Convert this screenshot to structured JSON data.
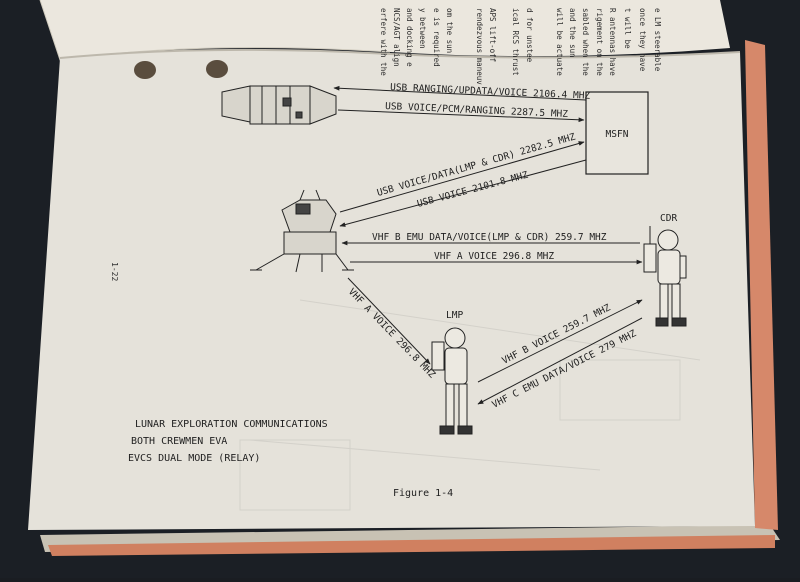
{
  "links": {
    "csm_uplink": "USB RANGING/UPDATA/VOICE 2106.4 MHZ",
    "csm_downlink": "USB VOICE/PCM/RANGING 2287.5 MHZ",
    "lm_downlink": "USB VOICE/DATA(LMP & CDR) 2282.5 MHZ",
    "lm_uplink": "USB VOICE 2101.8 MHZ",
    "cdr_to_lm": "VHF B EMU DATA/VOICE(LMP & CDR) 259.7 MHZ",
    "lm_to_cdr": "VHF A VOICE 296.8 MHZ",
    "lm_to_lmp": "VHF A VOICE 296.8 MHZ",
    "lmp_to_cdr": "VHF B VOICE 259.7 MHZ",
    "cdr_to_lmp": "VHF C EMU DATA/VOICE 279 MHZ"
  },
  "nodes": {
    "msfn": "MSFN",
    "cdr": "CDR",
    "lmp": "LMP"
  },
  "caption": {
    "line1": "LUNAR EXPLORATION COMMUNICATIONS",
    "line2": "BOTH CREWMEN EVA",
    "line3": "EVCS DUAL MODE (RELAY)"
  },
  "figure_label": "Figure 1-4",
  "page_number": "1-22",
  "top_page_fragments": [
    "e LM steerable",
    "once they have",
    "t will be",
    "R antennas have",
    "rigement on the",
    "sabled when the",
    "and the sun",
    "will be actuate",
    "d for unstee",
    "ical RCS thrust",
    "APS lift-off",
    "rendezvous maneuv",
    "om the sun",
    "e is required",
    "y between",
    "and docking e",
    "NCS/AGT align",
    "erfere with the"
  ]
}
